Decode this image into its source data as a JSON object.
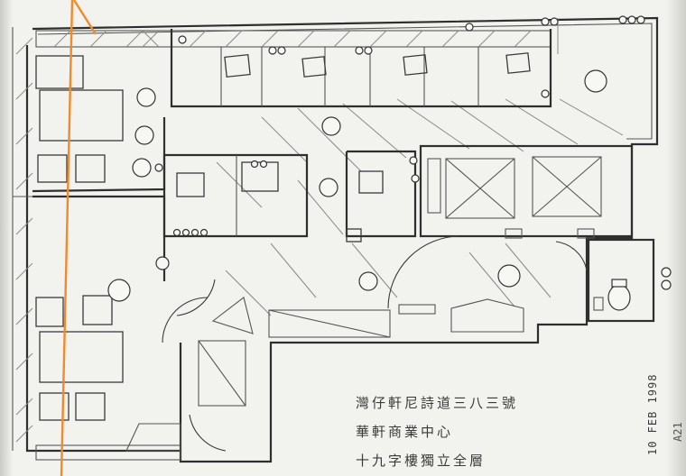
{
  "address_lines": [
    "灣仔軒尼詩道三八三號",
    "華軒商業中心",
    "十九字樓獨立全層"
  ],
  "date_stamp": "10 FEB 1998",
  "corner_mark": "A21",
  "colors": {
    "annotation_line": "#f08a2c",
    "ink": "#2f2f2f",
    "paper": "#f2f2ef"
  },
  "elements": {
    "lift_count": 2,
    "toilet_icon": "toilet-icon",
    "sprinkler_icon": "sprinkler-icon"
  }
}
